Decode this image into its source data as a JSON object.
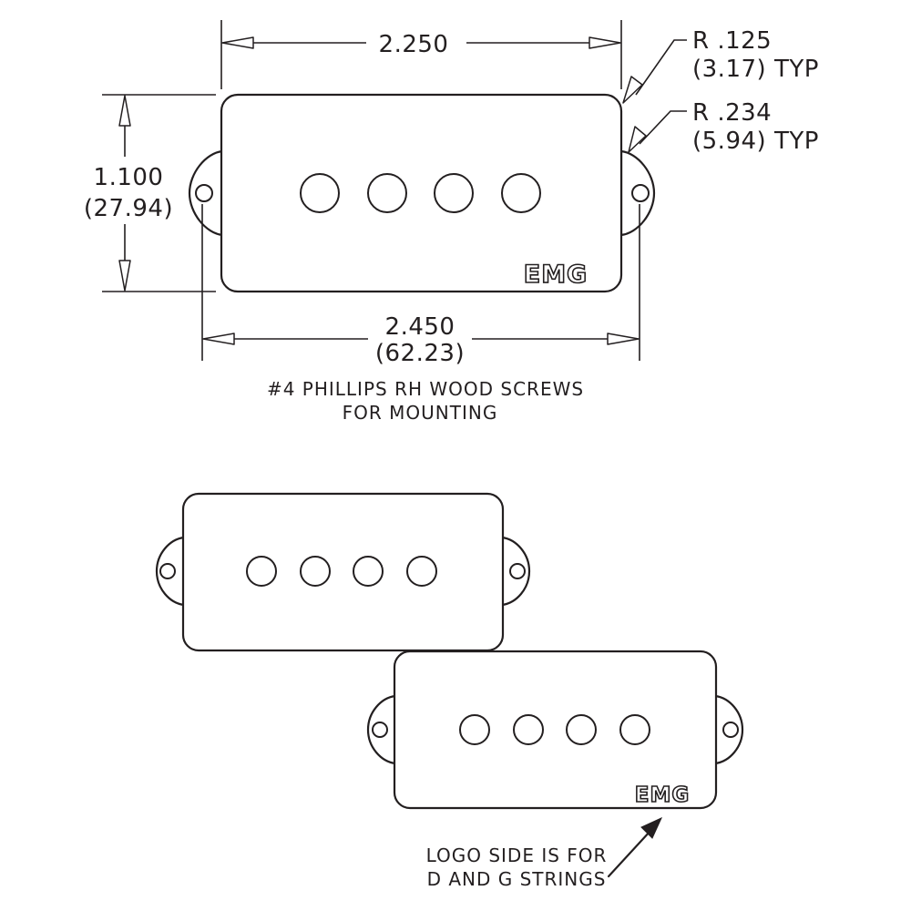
{
  "dimensions": {
    "top_width": "2.250",
    "corner_radius_in": "R .125",
    "corner_radius_mm": "(3.17) TYP",
    "ear_radius_in": "R .234",
    "ear_radius_mm": "(5.94) TYP",
    "height_in": "1.100",
    "height_mm": "(27.94)",
    "overall_width_in": "2.450",
    "overall_width_mm": "(62.23)"
  },
  "notes": {
    "mounting_line1": "#4 PHILLIPS RH WOOD SCREWS",
    "mounting_line2": "FOR MOUNTING",
    "logo_line1": "LOGO SIDE IS FOR",
    "logo_line2": "D AND G STRINGS"
  },
  "brand": {
    "logo_text": "EMG"
  }
}
